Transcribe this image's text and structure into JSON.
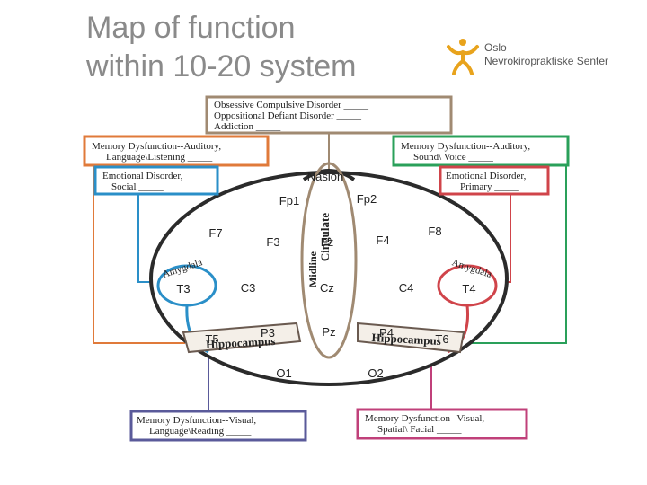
{
  "title": {
    "line1": "Map of function",
    "line2": "within 10-20 system"
  },
  "logo": {
    "line1": "Oslo",
    "line2": "Nevrokiropraktiske Senter",
    "accent": "#e8a31c"
  },
  "colors": {
    "tan": "#a08a72",
    "orange": "#e07a3a",
    "blue": "#2a8fc8",
    "green": "#2aa05a",
    "red": "#d0444a",
    "navy": "#5a5a9a",
    "magenta": "#c0407a",
    "head": "#2b2b2b"
  },
  "boxes": {
    "top": [
      "Obsessive Compulsive Disorder _____",
      "Oppositional Defiant Disorder _____",
      "Addiction _____"
    ],
    "left_auditory": [
      "Memory Dysfunction--Auditory,",
      "Language\\Listening _____"
    ],
    "left_emotional": [
      "Emotional Disorder,",
      "Social _____"
    ],
    "right_auditory": [
      "Memory Dysfunction--Auditory,",
      "Sound\\ Voice _____"
    ],
    "right_emotional": [
      "Emotional Disorder,",
      "Primary _____"
    ],
    "left_visual": [
      "Memory Dysfunction--Visual,",
      "Language\\Reading _____"
    ],
    "right_visual": [
      "Memory Dysfunction--Visual,",
      "Spatial\\ Facial _____"
    ]
  },
  "electrodes": {
    "nasion": "Nasion",
    "fp1": "Fp1",
    "fp2": "Fp2",
    "f7": "F7",
    "f3": "F3",
    "fz": "Fz",
    "f4": "F4",
    "f8": "F8",
    "t3": "T3",
    "c3": "C3",
    "cz": "Cz",
    "c4": "C4",
    "t4": "T4",
    "t5": "T5",
    "p3": "P3",
    "pz": "Pz",
    "p4": "P4",
    "t6": "T6",
    "o1": "O1",
    "o2": "O2"
  },
  "regions": {
    "cingulate": "Cingulate",
    "midline": "Midline",
    "amygdala_left": "Amygdala",
    "amygdala_right": "Amygdala",
    "hippocampus_left": "Hippocampus",
    "hippocampus_right": "Hippocampus"
  }
}
